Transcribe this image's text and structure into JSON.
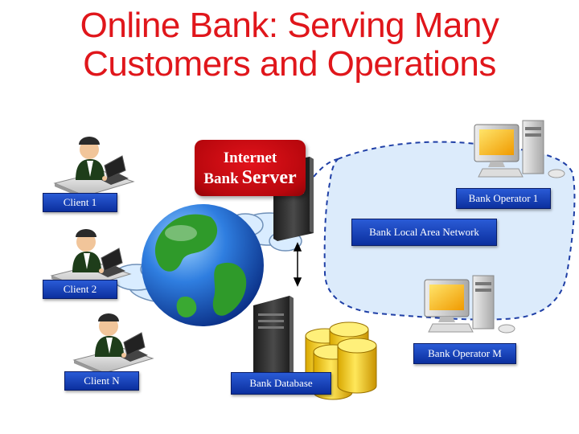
{
  "title": {
    "line1": "Online Bank: Serving Many",
    "line2": "Customers and Operations"
  },
  "server": {
    "line1": "Internet",
    "line2a": "Bank",
    "line2b": "Server"
  },
  "labels": {
    "client_1": "Client 1",
    "client_2": "Client 2",
    "client_n": "Client N",
    "bank_operator_1": "Bank Operator 1",
    "bank_operator_m": "Bank Operator M",
    "lan": "Bank Local Area Network",
    "database": "Bank Database"
  },
  "colors": {
    "title": "#e0161b",
    "label_bg": "#1740b8",
    "server_label_bg": "#c8090f",
    "lan_cloud": "#dcebfb",
    "lan_border": "#1f3fa6"
  },
  "icons": [
    "client-computer-icon",
    "globe-icon",
    "cloud-icon",
    "server-tower-icon",
    "database-cylinder-icon",
    "workstation-icon"
  ]
}
